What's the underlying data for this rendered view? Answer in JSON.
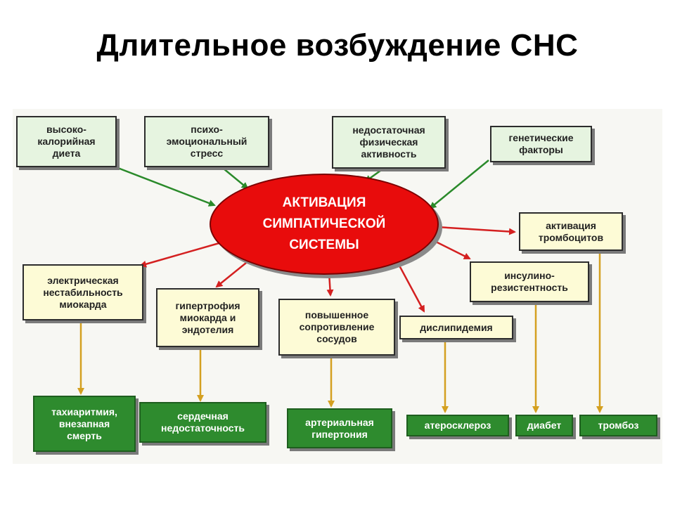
{
  "title": "Длительное возбуждение СНС",
  "center": "АКТИВАЦИЯ\nСИМПАТИЧЕСКОЙ\nСИСТЕМЫ",
  "causes": [
    "высоко-\nкалорийная\nдиета",
    "психо-\nэмоциональный\nстресс",
    "недостаточная\nфизическая\nактивность",
    "генетические\nфакторы"
  ],
  "effects": [
    "электрическая\nнестабильность\nмиокарда",
    "гипертрофия\nмиокарда и\nэндотелия",
    "повышенное\nсопротивление\nсосудов",
    "дислипидемия",
    "инсулино-\nрезистентность",
    "активация\nтромбоцитов"
  ],
  "outcomes": [
    "тахиаритмия,\nвнезапная\nсмерть",
    "сердечная\nнедостаточность",
    "артериальная\nгипертония",
    "атеросклероз",
    "диабет",
    "тромбоз"
  ],
  "colors": {
    "cause_arrow": "#2a8a2a",
    "effect_arrow": "#d42020",
    "outcome_arrow": "#d4a020",
    "ellipse": "#e80c0c",
    "outcome_box": "#2e8b2e"
  }
}
